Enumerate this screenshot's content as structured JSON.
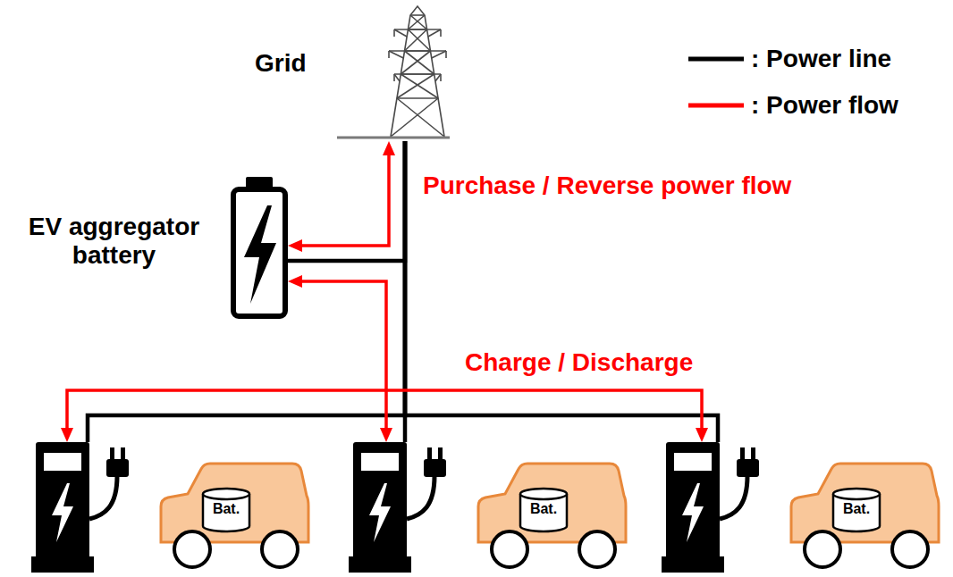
{
  "diagram": {
    "nodes": [
      {
        "text": [
          "Grid"
        ]
      },
      {
        "text": [
          "EV aggregator battery"
        ]
      },
      {
        "text": [
          "Bat."
        ]
      },
      {
        "text": [
          "Bat."
        ]
      },
      {
        "text": [
          "Bat."
        ]
      }
    ],
    "edges": [
      {
        "from": 0,
        "to": 1,
        "arrow": "both",
        "label": "Purchase / Reverse power flow"
      },
      {
        "from": 1,
        "to": 3,
        "arrow": "both"
      },
      {
        "from": 2,
        "to": 4,
        "arrow": "both",
        "label": "Charge / Discharge"
      },
      {
        "from": 0,
        "to": 1,
        "arrow": "none"
      },
      {
        "from": 0,
        "to": 2,
        "arrow": "none"
      },
      {
        "from": 0,
        "to": 3,
        "arrow": "none"
      },
      {
        "from": 0,
        "to": 4,
        "arrow": "none"
      }
    ],
    "legend": [
      {
        "text": ": Power line"
      },
      {
        "text": ": Power flow"
      }
    ]
  }
}
